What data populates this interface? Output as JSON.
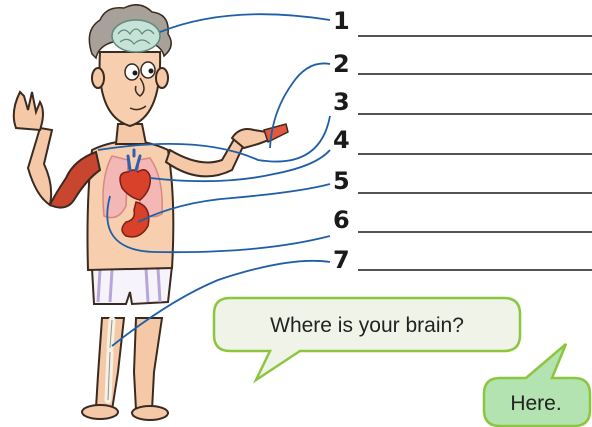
{
  "labels": [
    {
      "number": "1"
    },
    {
      "number": "2"
    },
    {
      "number": "3"
    },
    {
      "number": "4"
    },
    {
      "number": "5"
    },
    {
      "number": "6"
    },
    {
      "number": "7"
    }
  ],
  "bubbles": {
    "question": "Where is your brain?",
    "answer": "Here."
  },
  "colors": {
    "leader_line": "#1f5fa8",
    "bubble_fill": "#f0f4e8",
    "bubble_stroke": "#8cc63f",
    "answer_fill": "#b3e3b0"
  }
}
